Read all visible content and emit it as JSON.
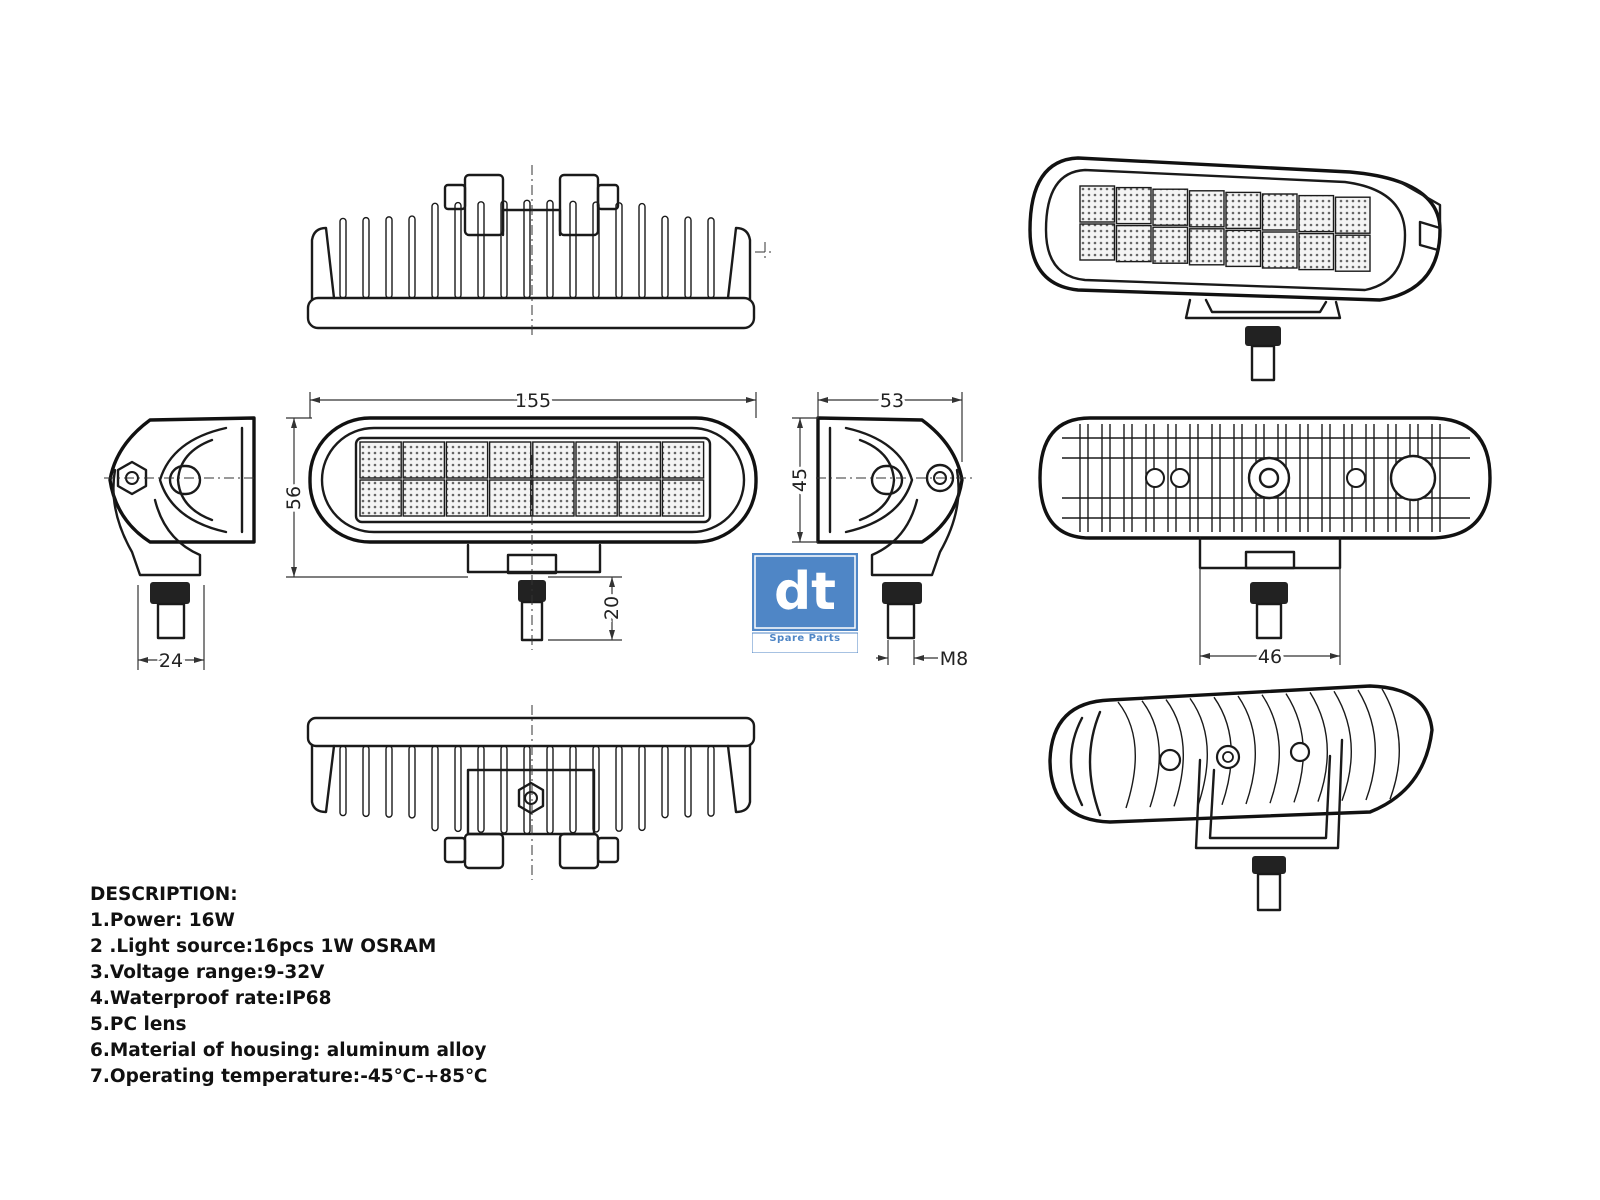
{
  "dimensions": {
    "length": "155",
    "height": "56",
    "depth": "53",
    "lens_height": "45",
    "bracket_width": "24",
    "stud_length": "20",
    "thread": "M8",
    "base_width": "46"
  },
  "description": {
    "heading": "DESCRIPTION:",
    "items": [
      "1.Power: 16W",
      "2 .Light source:16pcs 1W OSRAM",
      "3.Voltage range:9-32V",
      "4.Waterproof rate:IP68",
      "5.PC lens",
      "6.Material of housing: aluminum alloy",
      "7.Operating temperature:-45℃-+85℃"
    ]
  },
  "logo": {
    "mark": "dt",
    "brand": "Spare Parts",
    "color": "#4f86c6"
  }
}
